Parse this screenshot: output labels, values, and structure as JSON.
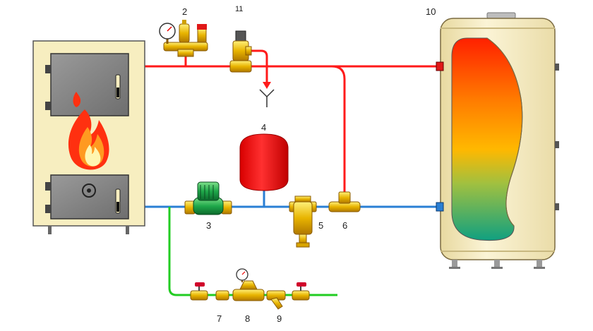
{
  "labels": {
    "boiler": "",
    "n2": "2",
    "n3": "3",
    "n4": "4",
    "n5": "5",
    "n6": "6",
    "n7": "7",
    "n8": "8",
    "n9": "9",
    "n10": "10",
    "n11": "11"
  },
  "colors": {
    "hot_pipe": "#ff1a1a",
    "cold_pipe": "#2a7fd4",
    "supply_pipe": "#22cc22",
    "boiler_body": "#f7eec0",
    "boiler_door": "#808080",
    "expansion_tank": "#ff1a1a",
    "brass": "#e8b400",
    "pump": "#1fa84a",
    "tank_shell": "#f9f0c8"
  }
}
